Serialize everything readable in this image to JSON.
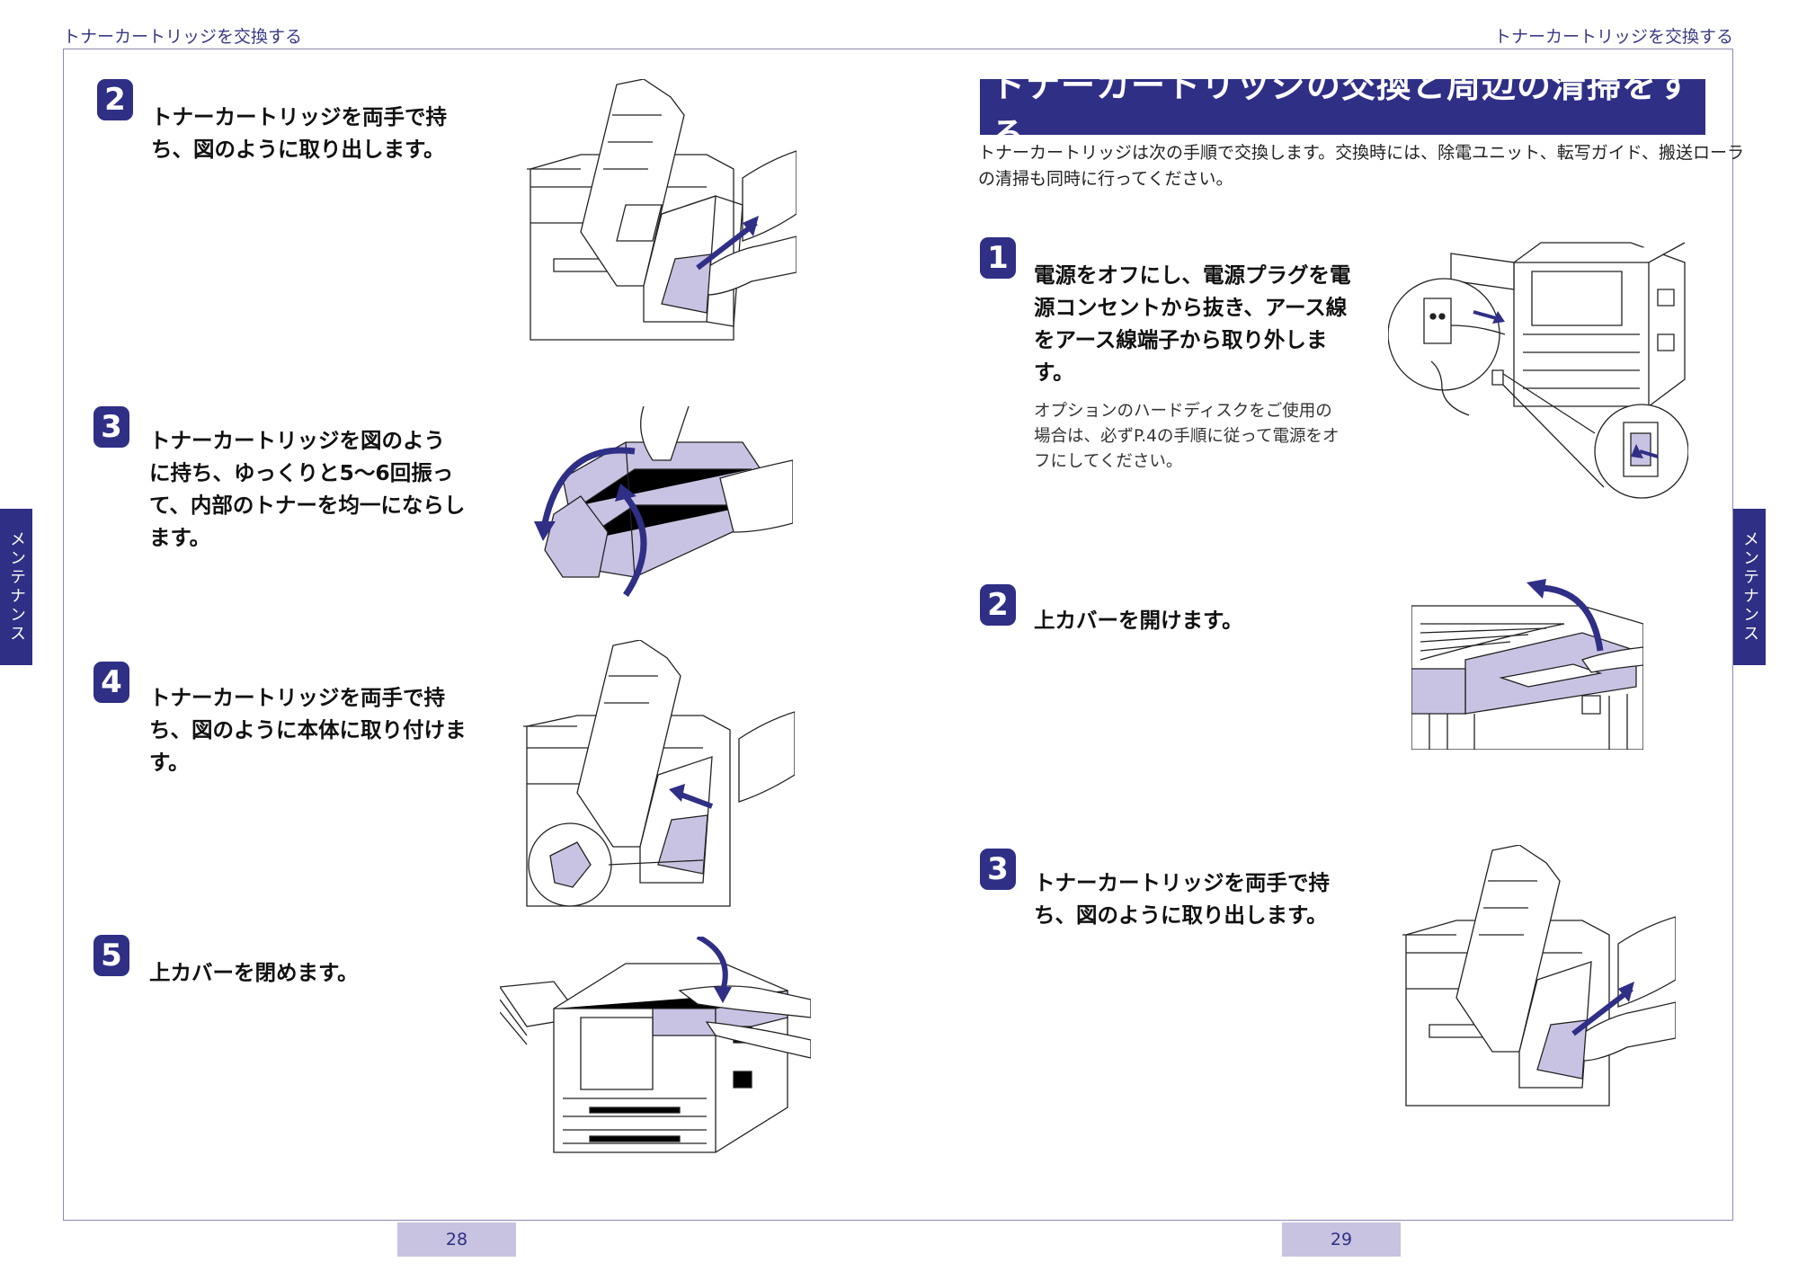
{
  "header": {
    "left": "トナーカートリッジを交換する",
    "right": "トナーカートリッジを交換する"
  },
  "sidetab": {
    "left": "メンテナンス",
    "right": "メンテナンス"
  },
  "left_page": {
    "page_number": "28",
    "steps": [
      {
        "num": "2",
        "lines": [
          "トナーカートリッジを両手で持",
          "ち、図のように取り出します。"
        ]
      },
      {
        "num": "3",
        "lines": [
          "トナーカートリッジを図のよう",
          "に持ち、ゆっくりと5〜6回振っ",
          "て、内部のトナーを均一にならし",
          "ます。"
        ]
      },
      {
        "num": "4",
        "lines": [
          "トナーカートリッジを両手で持",
          "ち、図のように本体に取り付けま",
          "す。"
        ]
      },
      {
        "num": "5",
        "lines": [
          "上カバーを閉めます。"
        ]
      }
    ]
  },
  "right_page": {
    "page_number": "29",
    "title": "トナーカートリッジの交換と周辺の清掃をする",
    "intro": [
      "トナーカートリッジは次の手順で交換します。交換時には、除電ユニット、転写ガイド、搬送ローラ",
      "の清掃も同時に行ってください。"
    ],
    "steps": [
      {
        "num": "1",
        "lines": [
          "電源をオフにし、電源プラグを電",
          "源コンセントから抜き、アース線",
          "をアース線端子から取り外しま",
          "す。"
        ],
        "note": [
          "オプションのハードディスクをご使用の",
          "場合は、必ずP.4の手順に従って電源をオ",
          "フにしてください。"
        ]
      },
      {
        "num": "2",
        "lines": [
          "上カバーを開けます。"
        ]
      },
      {
        "num": "3",
        "lines": [
          "トナーカートリッジを両手で持",
          "ち、図のように取り出します。"
        ]
      }
    ]
  },
  "colors": {
    "accent": "#2f2f86",
    "tab_light": "#c7c3e0",
    "highlight": "#c9c3e3"
  }
}
